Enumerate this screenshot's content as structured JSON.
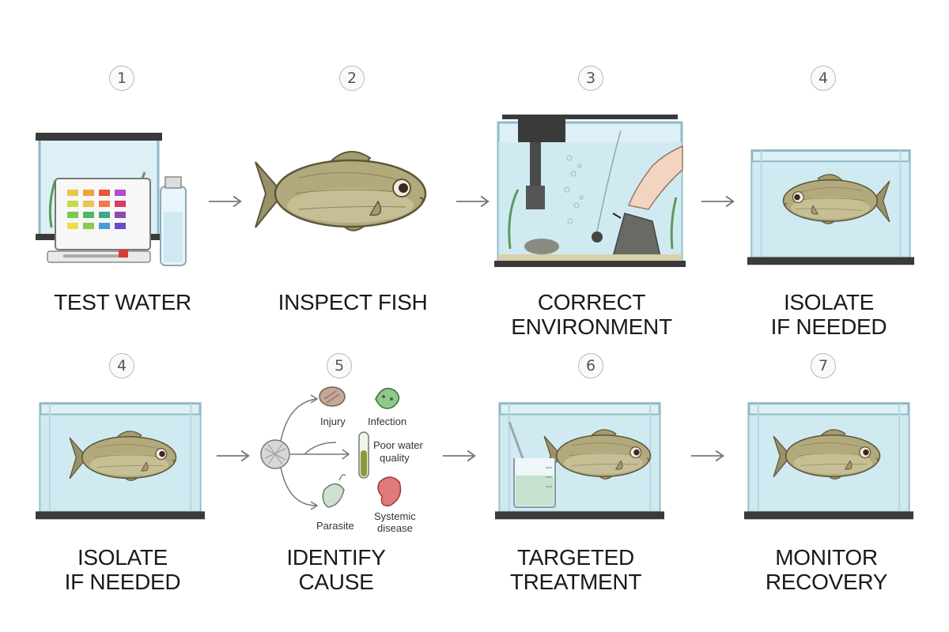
{
  "steps_row1": [
    {
      "number": "1",
      "label_line1": "TEST WATER",
      "label_line2": ""
    },
    {
      "number": "2",
      "label_line1": "INSPECT FISH",
      "label_line2": ""
    },
    {
      "number": "3",
      "label_line1": "CORRECT",
      "label_line2": "ENVIRONMENT"
    },
    {
      "number": "4",
      "label_line1": "ISOLATE",
      "label_line2": "IF NEEDED"
    }
  ],
  "steps_row2": [
    {
      "number": "4",
      "label_line1": "ISOLATE",
      "label_line2": "IF NEEDED"
    },
    {
      "number": "5",
      "label_line1": "IDENTIFY",
      "label_line2": "CAUSE"
    },
    {
      "number": "6",
      "label_line1": "TARGETED",
      "label_line2": "TREATMENT"
    },
    {
      "number": "7",
      "label_line1": "MONITOR",
      "label_line2": "RECOVERY"
    }
  ],
  "causes": {
    "injury": "Injury",
    "infection": "Infection",
    "poor_water_1": "Poor water",
    "poor_water_2": "quality",
    "parasite": "Parasite",
    "systemic_1": "Systemic",
    "systemic_2": "disease"
  },
  "colors": {
    "water": "#d6eef5",
    "glass_edge": "#8fb9c8",
    "tank_base": "#3a3a3a",
    "fish_body": "#a89f72",
    "arrow": "#777777"
  }
}
